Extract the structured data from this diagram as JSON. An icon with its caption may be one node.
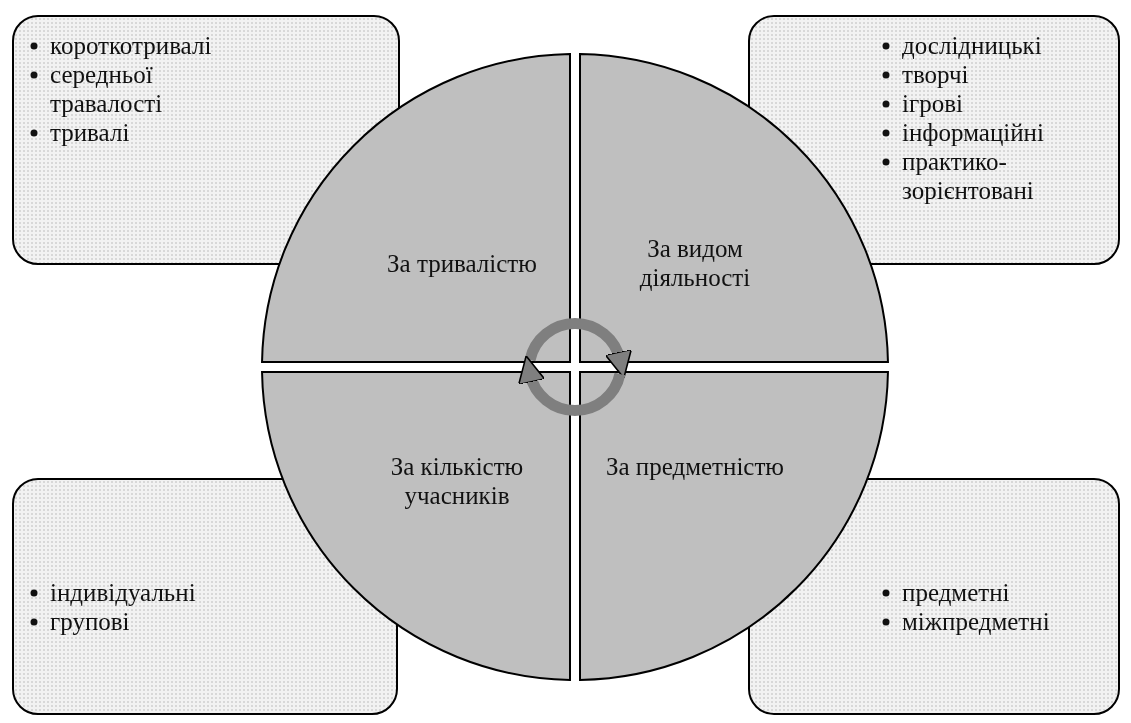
{
  "diagram": {
    "nodes": [
      {
        "text": [
          "короткотривалі",
          "середньої травалості",
          "тривалі"
        ]
      },
      {
        "text": [
          "дослідницькі",
          "творчі",
          "ігрові",
          "інформаційні",
          "практико-зорієнтовані"
        ]
      },
      {
        "text": [
          "За тривалістю"
        ]
      },
      {
        "text": [
          "За видом діяльності"
        ]
      },
      {
        "text": [
          "За кількістю учасників"
        ]
      },
      {
        "text": [
          "За предметністю"
        ]
      },
      {
        "text": [
          "індивідуальні",
          "групові"
        ]
      },
      {
        "text": [
          "предметні",
          "міжпредметні"
        ]
      }
    ],
    "edges": [
      {
        "from": 2,
        "to": 3,
        "arrow": "to"
      },
      {
        "from": 5,
        "to": 4,
        "arrow": "to"
      }
    ]
  }
}
